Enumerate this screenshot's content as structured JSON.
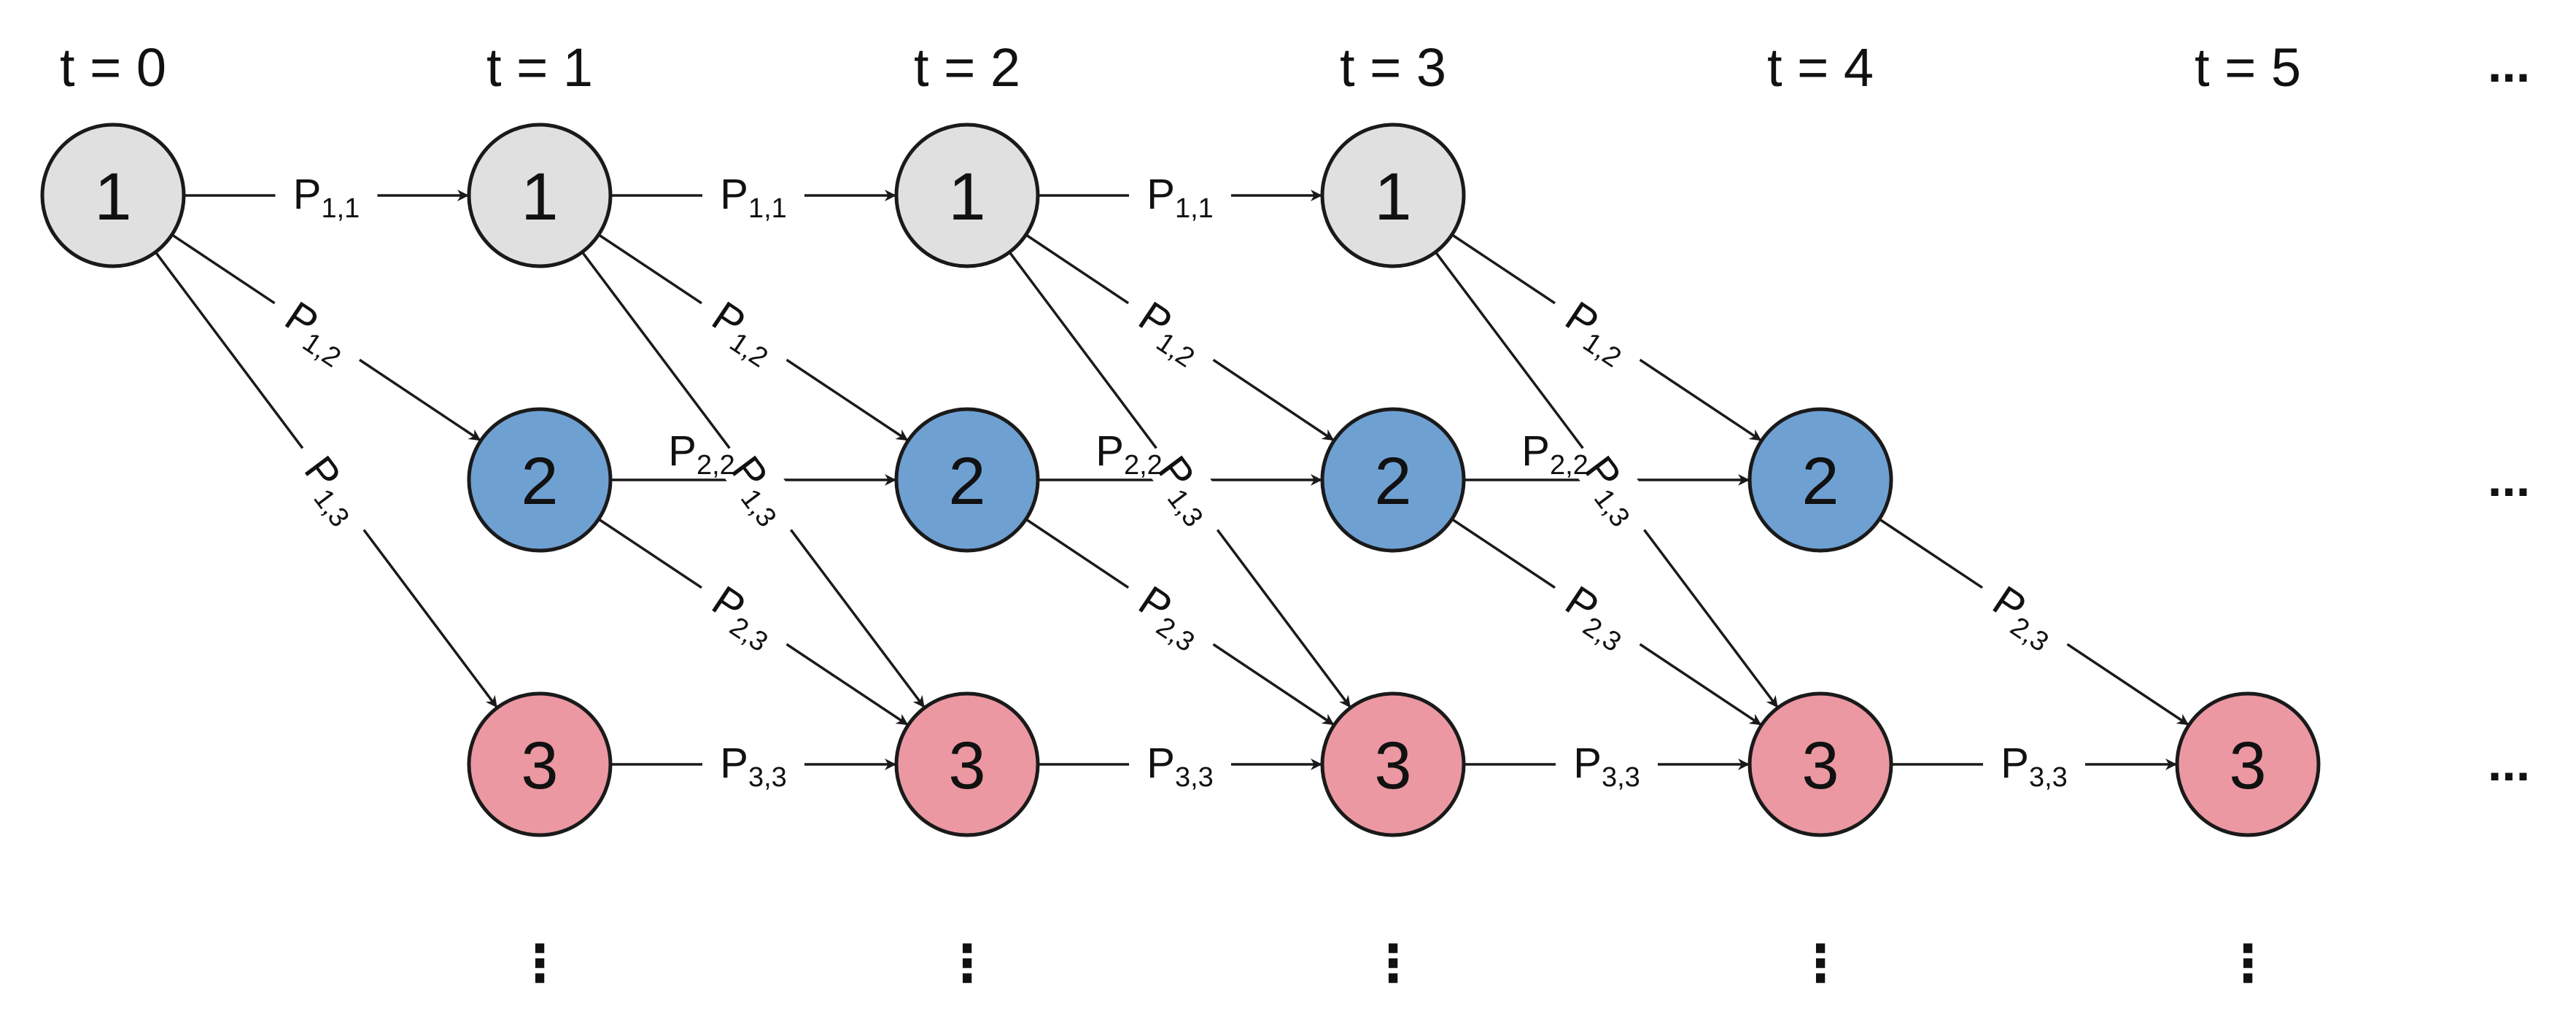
{
  "time_labels": [
    "t = 0",
    "t = 1",
    "t = 2",
    "t = 3",
    "t = 4",
    "t = 5"
  ],
  "ellipsis_right": "...",
  "ellipsis_below": "⋮",
  "colors": {
    "state_1": "#e0e0e0",
    "state_2": "#6fa0d2",
    "state_3": "#eb98a2",
    "stroke": "#1a1a1a"
  },
  "nodes": [
    {
      "state": "1",
      "t": 0
    },
    {
      "state": "1",
      "t": 1
    },
    {
      "state": "1",
      "t": 2
    },
    {
      "state": "1",
      "t": 3
    },
    {
      "state": "2",
      "t": 1
    },
    {
      "state": "2",
      "t": 2
    },
    {
      "state": "2",
      "t": 3
    },
    {
      "state": "2",
      "t": 4
    },
    {
      "state": "3",
      "t": 1
    },
    {
      "state": "3",
      "t": 2
    },
    {
      "state": "3",
      "t": 3
    },
    {
      "state": "3",
      "t": 4
    },
    {
      "state": "3",
      "t": 5
    }
  ],
  "edge_labels": {
    "p11": {
      "main": "P",
      "sub": "1,1"
    },
    "p12": {
      "main": "P",
      "sub": "1,2"
    },
    "p13": {
      "main": "P",
      "sub": "1,3"
    },
    "p22": {
      "main": "P",
      "sub": "2,2"
    },
    "p23": {
      "main": "P",
      "sub": "2,3"
    },
    "p33": {
      "main": "P",
      "sub": "3,3"
    }
  },
  "edges": [
    {
      "from": [
        1,
        0
      ],
      "to": [
        1,
        1
      ],
      "label": "p11"
    },
    {
      "from": [
        1,
        1
      ],
      "to": [
        1,
        2
      ],
      "label": "p11"
    },
    {
      "from": [
        1,
        2
      ],
      "to": [
        1,
        3
      ],
      "label": "p11"
    },
    {
      "from": [
        1,
        0
      ],
      "to": [
        2,
        1
      ],
      "label": "p12"
    },
    {
      "from": [
        1,
        1
      ],
      "to": [
        2,
        2
      ],
      "label": "p12"
    },
    {
      "from": [
        1,
        2
      ],
      "to": [
        2,
        3
      ],
      "label": "p12"
    },
    {
      "from": [
        1,
        3
      ],
      "to": [
        2,
        4
      ],
      "label": "p12"
    },
    {
      "from": [
        1,
        0
      ],
      "to": [
        3,
        1
      ],
      "label": "p13"
    },
    {
      "from": [
        1,
        1
      ],
      "to": [
        3,
        2
      ],
      "label": "p13"
    },
    {
      "from": [
        1,
        2
      ],
      "to": [
        3,
        3
      ],
      "label": "p13"
    },
    {
      "from": [
        1,
        3
      ],
      "to": [
        3,
        4
      ],
      "label": "p13"
    },
    {
      "from": [
        2,
        1
      ],
      "to": [
        2,
        2
      ],
      "label": "p22"
    },
    {
      "from": [
        2,
        2
      ],
      "to": [
        2,
        3
      ],
      "label": "p22"
    },
    {
      "from": [
        2,
        3
      ],
      "to": [
        2,
        4
      ],
      "label": "p22"
    },
    {
      "from": [
        2,
        1
      ],
      "to": [
        3,
        2
      ],
      "label": "p23"
    },
    {
      "from": [
        2,
        2
      ],
      "to": [
        3,
        3
      ],
      "label": "p23"
    },
    {
      "from": [
        2,
        3
      ],
      "to": [
        3,
        4
      ],
      "label": "p23"
    },
    {
      "from": [
        2,
        4
      ],
      "to": [
        3,
        5
      ],
      "label": "p23"
    },
    {
      "from": [
        3,
        1
      ],
      "to": [
        3,
        2
      ],
      "label": "p33"
    },
    {
      "from": [
        3,
        2
      ],
      "to": [
        3,
        3
      ],
      "label": "p33"
    },
    {
      "from": [
        3,
        3
      ],
      "to": [
        3,
        4
      ],
      "label": "p33"
    },
    {
      "from": [
        3,
        4
      ],
      "to": [
        3,
        5
      ],
      "label": "p33"
    }
  ]
}
